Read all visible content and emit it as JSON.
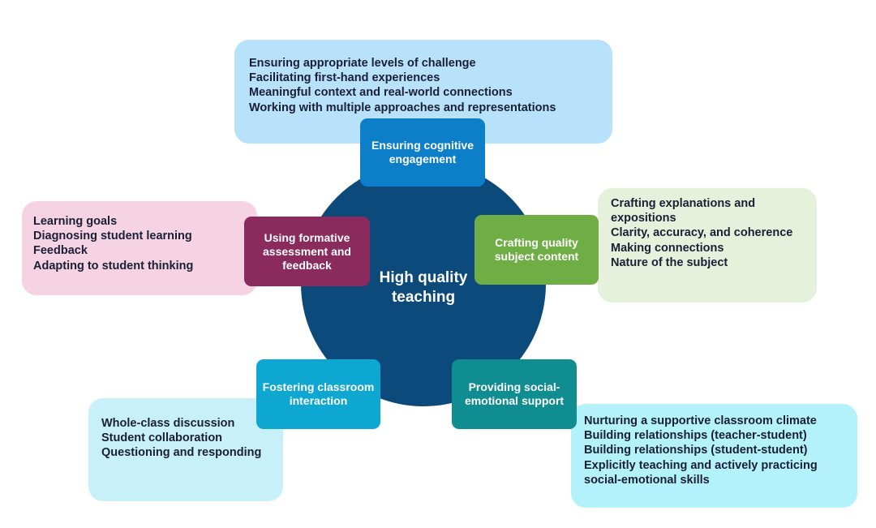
{
  "colors": {
    "center": "#0b4a7a",
    "cognitive": "#0d7fc9",
    "cognitive_light": "#b8e2fa",
    "formative": "#8a2a5d",
    "formative_light": "#f5d3e3",
    "content": "#6fad45",
    "content_light": "#e6f1dc",
    "interaction": "#0ea7d2",
    "interaction_light": "#c8f0f8",
    "social": "#0f8d91",
    "social_light": "#b3f2fb"
  },
  "center": {
    "label": "High quality teaching"
  },
  "dimensions": [
    {
      "key": "cognitive",
      "title": "Ensuring cognitive engagement",
      "items": [
        "Ensuring appropriate levels of challenge",
        "Facilitating first-hand experiences",
        "Meaningful context and real-world connections",
        "Working with multiple approaches and representations"
      ]
    },
    {
      "key": "formative",
      "title": "Using formative assessment and feedback",
      "items": [
        "Learning goals",
        "Diagnosing student learning",
        "Feedback",
        "Adapting to student thinking"
      ]
    },
    {
      "key": "content",
      "title": "Crafting quality subject content",
      "items": [
        "Crafting explanations and expositions",
        "Clarity, accuracy, and coherence",
        "Making connections",
        "Nature of the subject"
      ]
    },
    {
      "key": "interaction",
      "title": "Fostering classroom interaction",
      "items": [
        "Whole-class discussion",
        "Student collaboration",
        "Questioning and responding"
      ]
    },
    {
      "key": "social",
      "title": "Providing social-emotional support",
      "items": [
        "Nurturing a supportive classroom climate",
        "Building relationships (teacher-student)",
        "Building relationships (student-student)",
        "Explicitly teaching and actively practicing social-emotional skills"
      ]
    }
  ]
}
